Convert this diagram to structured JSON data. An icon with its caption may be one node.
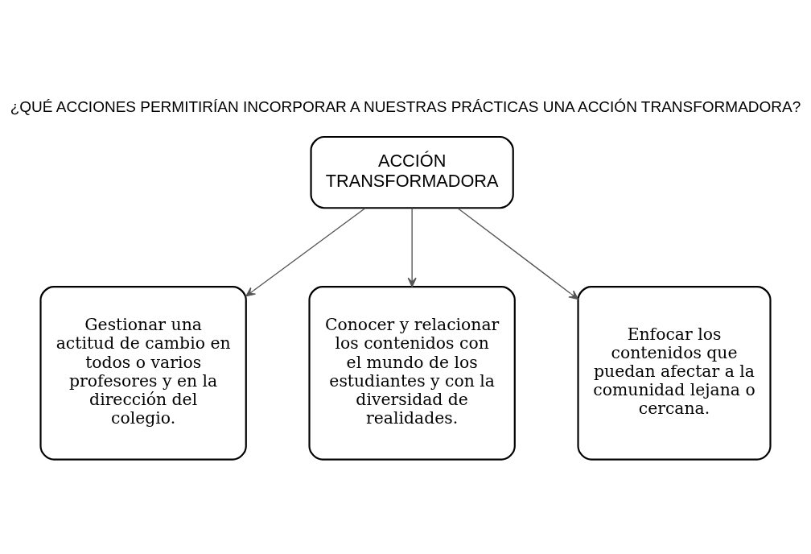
{
  "diagram": {
    "title": "¿QUÉ ACCIONES PERMITIRÍAN INCORPORAR A NUESTRAS PRÁCTICAS UNA ACCIÓN TRANSFORMADORA?",
    "nodes": [
      {
        "text": [
          "ACCIÓN TRANSFORMADORA"
        ]
      },
      {
        "text": [
          "Gestionar una actitud de cambio en todos o varios profesores y en la dirección del colegio."
        ]
      },
      {
        "text": [
          "Conocer y relacionar los contenidos con el mundo de los estudiantes y con la diversidad de realidades."
        ]
      },
      {
        "text": [
          "Enfocar los contenidos que puedan afectar a la comunidad lejana o cercana."
        ]
      }
    ],
    "edges": [
      {
        "from": 0,
        "to": 1,
        "arrow": "to"
      },
      {
        "from": 0,
        "to": 2,
        "arrow": "to"
      },
      {
        "from": 0,
        "to": 3,
        "arrow": "to"
      }
    ]
  }
}
